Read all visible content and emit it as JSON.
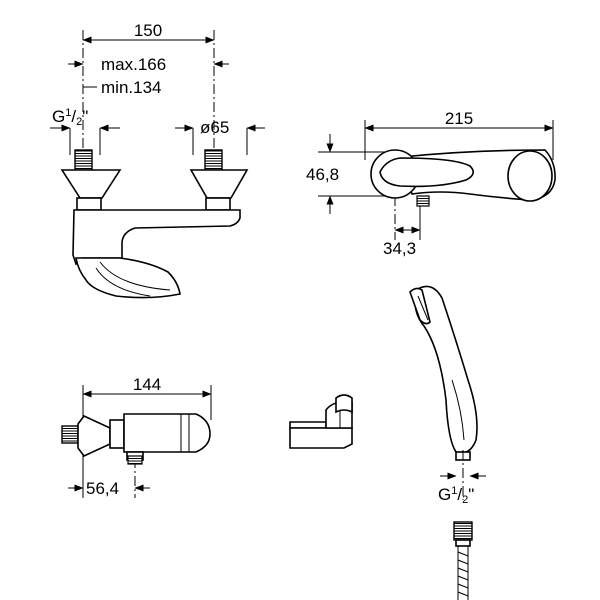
{
  "colors": {
    "line": "#000000",
    "background": "#ffffff"
  },
  "mixer_front": {
    "dim_width": "150",
    "dim_max": "max.166",
    "dim_min": "min.134",
    "thread_prefix": "G",
    "thread_num": "1",
    "thread_den": "2",
    "thread_unit": "\"",
    "eccentric": "ø65"
  },
  "mixer_top": {
    "dim_length": "215",
    "dim_height": "46,8",
    "dim_offset": "34,3"
  },
  "diverter": {
    "dim_length": "144",
    "dim_offset": "56,4"
  },
  "hand_shower": {
    "thread_prefix": "G",
    "thread_num": "1",
    "thread_den": "2",
    "thread_unit": "\""
  }
}
